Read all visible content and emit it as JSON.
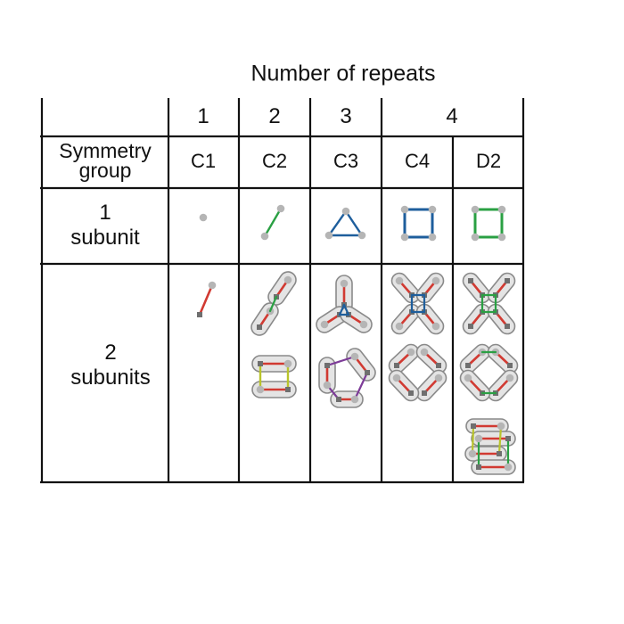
{
  "title": "Number of repeats",
  "repeat_counts": [
    "1",
    "2",
    "3",
    "4"
  ],
  "corner_label": [
    "Symmetry",
    "group"
  ],
  "symmetry_groups": [
    "C1",
    "C2",
    "C3",
    "C4",
    "D2"
  ],
  "rows": [
    {
      "count": "1",
      "unit": "subunit"
    },
    {
      "count": "2",
      "unit": "subunits"
    }
  ],
  "colors": {
    "grid": "#111111",
    "node": "#b5b5b5",
    "node_square": "#6f6f6f",
    "capsule_fill": "#e4e4e4",
    "capsule_stroke": "#8a8a8a",
    "red": "#d13a32",
    "green": "#2aa043",
    "blue": "#1e5e9c",
    "purple": "#7d3c98",
    "yellow": "#b9c42a"
  }
}
